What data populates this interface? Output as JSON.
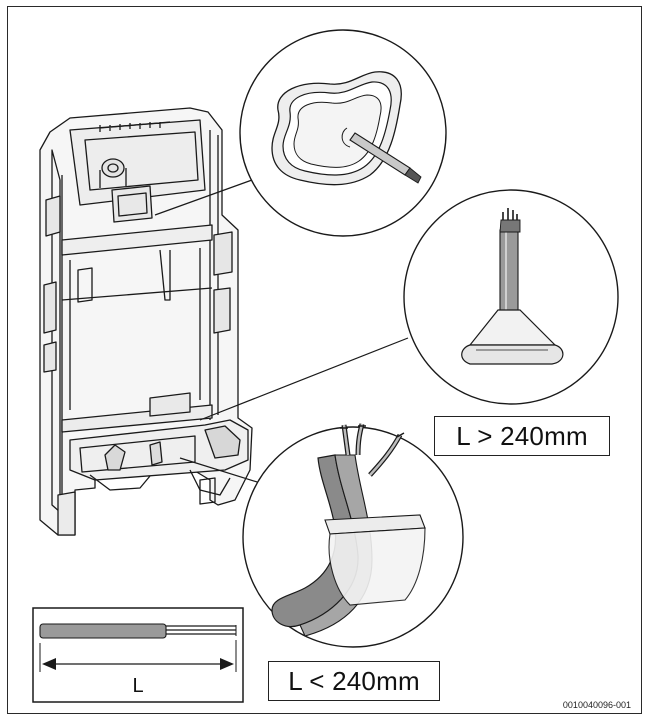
{
  "labels": {
    "cable_gt": "L > 240mm",
    "cable_lt": "L < 240mm",
    "length_symbol": "L"
  },
  "document_id": "0010040096-001",
  "colors": {
    "line": "#1a1a1a",
    "cable_fill": "#9a9a9a",
    "cable_dark": "#6d6d6d",
    "background": "#ffffff"
  }
}
